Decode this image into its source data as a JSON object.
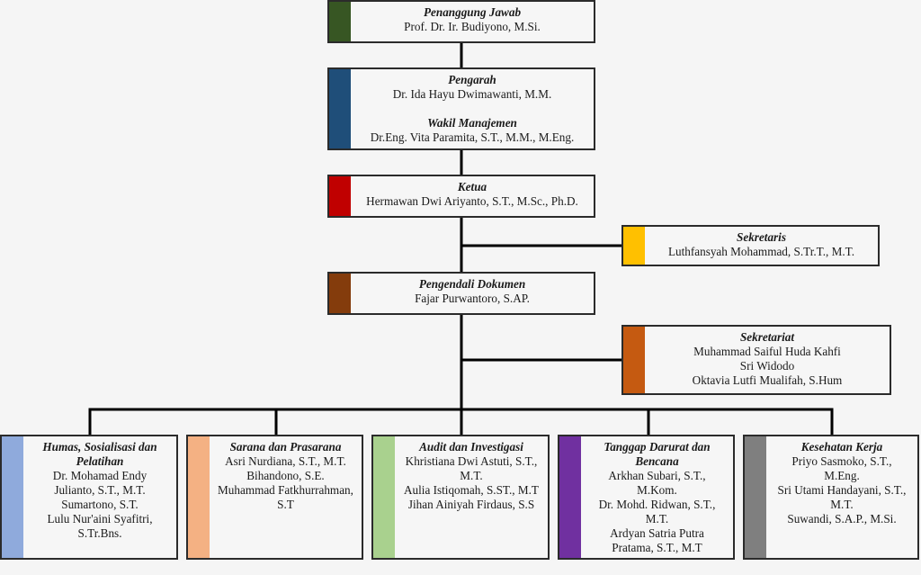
{
  "nodes": {
    "penanggung_jawab": {
      "role": "Penanggung Jawab",
      "members": [
        "Prof. Dr. Ir. Budiyono, M.Si."
      ],
      "color": "#375623"
    },
    "pengarah": {
      "role": "Pengarah",
      "members": [
        "Dr. Ida Hayu Dwimawanti, M.M."
      ],
      "deputy_role": "Wakil Manajemen",
      "deputy_members": [
        "Dr.Eng. Vita Paramita, S.T., M.M., M.Eng."
      ],
      "color": "#1f4e79"
    },
    "ketua": {
      "role": "Ketua",
      "members": [
        "Hermawan Dwi Ariyanto, S.T., M.Sc., Ph.D."
      ],
      "color": "#c00000"
    },
    "sekretaris": {
      "role": "Sekretaris",
      "members": [
        "Luthfansyah Mohammad, S.Tr.T., M.T."
      ],
      "color": "#ffc000"
    },
    "pengendali_dokumen": {
      "role": "Pengendali Dokumen",
      "members": [
        "Fajar Purwantoro, S.AP."
      ],
      "color": "#843c0c"
    },
    "sekretariat": {
      "role": "Sekretariat",
      "members": [
        "Muhammad Saiful Huda Kahfi",
        "Sri Widodo",
        "Oktavia Lutfi Mualifah, S.Hum"
      ],
      "color": "#c55a11"
    },
    "divisions": [
      {
        "role": "Humas, Sosialisasi dan Pelatihan",
        "members": [
          "Dr. Mohamad Endy Julianto, S.T., M.T.",
          "Sumartono, S.T.",
          "Lulu Nur'aini Syafitri, S.Tr.Bns."
        ],
        "color": "#8faadc"
      },
      {
        "role": "Sarana dan Prasarana",
        "members": [
          "Asri Nurdiana, S.T., M.T.",
          "Bihandono, S.E.",
          "Muhammad Fatkhurrahman, S.T"
        ],
        "color": "#f4b183"
      },
      {
        "role": "Audit dan Investigasi",
        "members": [
          "Khristiana Dwi Astuti, S.T., M.T.",
          "Aulia Istiqomah, S.ST., M.T",
          "Jihan Ainiyah Firdaus, S.S"
        ],
        "color": "#a9d18e"
      },
      {
        "role": "Tanggap Darurat dan Bencana",
        "members": [
          "Arkhan Subari, S.T., M.Kom.",
          "Dr. Mohd. Ridwan, S.T., M.T.",
          "Ardyan Satria Putra Pratama, S.T., M.T"
        ],
        "color": "#7030a0"
      },
      {
        "role": "Kesehatan Kerja",
        "members": [
          "Priyo Sasmoko, S.T., M.Eng.",
          "Sri Utami Handayani, S.T., M.T.",
          "Suwandi, S.A.P., M.Si."
        ],
        "color": "#7f7f7f"
      }
    ]
  }
}
